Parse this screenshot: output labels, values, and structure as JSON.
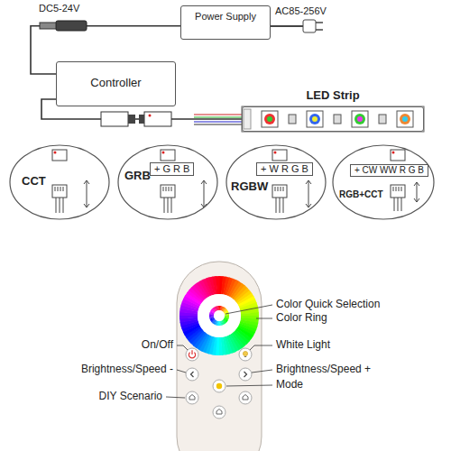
{
  "diagram": {
    "nodes": [
      {
        "text": [
          "Power Supply"
        ]
      },
      {
        "text": [
          "Controller"
        ]
      },
      {
        "text": [
          "LED Strip"
        ]
      },
      {
        "text": [
          "CCT"
        ]
      },
      {
        "text": [
          "GRB",
          "+ G R B"
        ]
      },
      {
        "text": [
          "RGBW",
          "+ W R G B"
        ]
      },
      {
        "text": [
          "+ CW WW R G B",
          "RGB+CCT"
        ]
      }
    ],
    "edges": [
      {
        "from": 0,
        "to": 1,
        "arrow": "none"
      },
      {
        "from": 1,
        "to": 2,
        "arrow": "none"
      }
    ],
    "labels": [
      "DC5-24V",
      "AC85-256V",
      "Color Quick Selection",
      "Color Ring",
      "On/Off",
      "White Light",
      "Brightness/Speed -",
      "Brightness/Speed +",
      "Mode",
      "DIY Scenario"
    ]
  }
}
